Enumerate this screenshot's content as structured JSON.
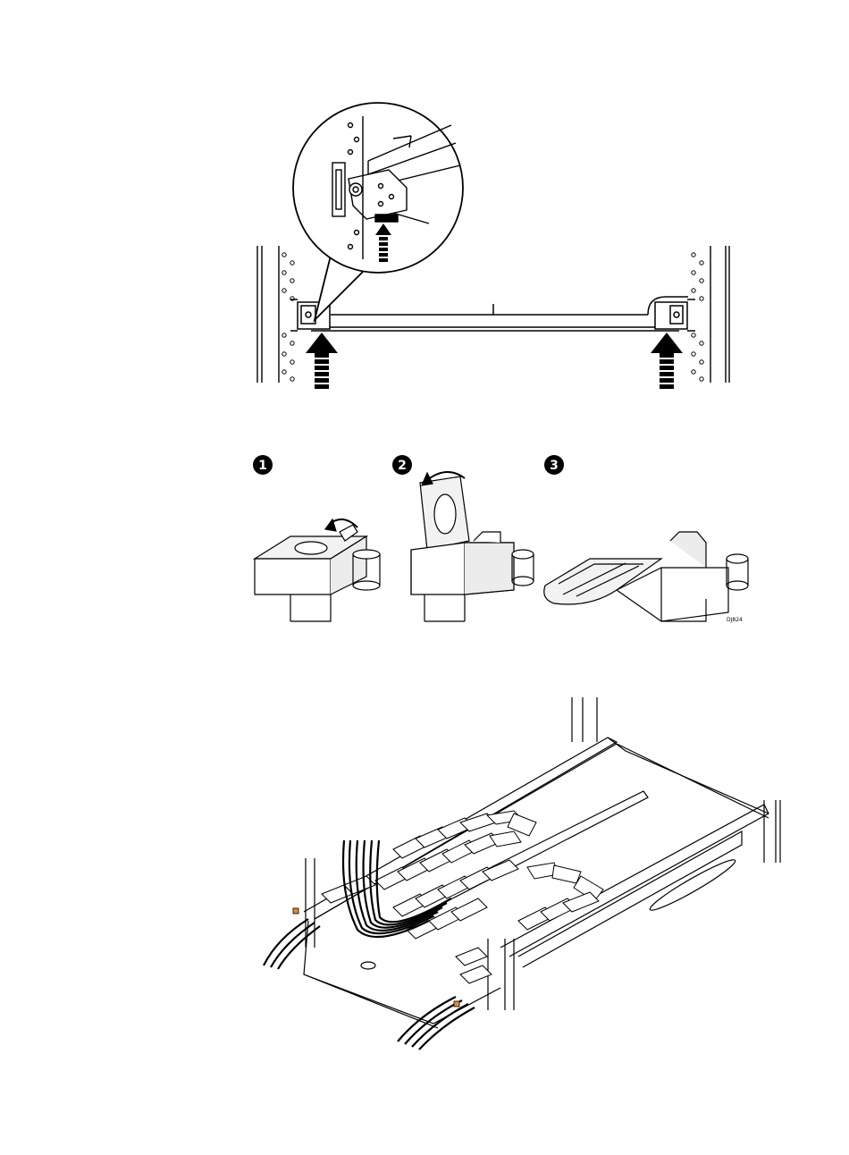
{
  "figures": [
    {
      "id": "rail-mount-detail"
    },
    {
      "id": "bracket-steps",
      "steps": [
        {
          "number": "1"
        },
        {
          "number": "2"
        },
        {
          "number": "3"
        }
      ],
      "figure_code": "DJ824"
    },
    {
      "id": "cable-management-arm"
    }
  ],
  "colors": {
    "line": "#000000",
    "fill": "#ffffff",
    "grey": "#e6e6e6"
  }
}
